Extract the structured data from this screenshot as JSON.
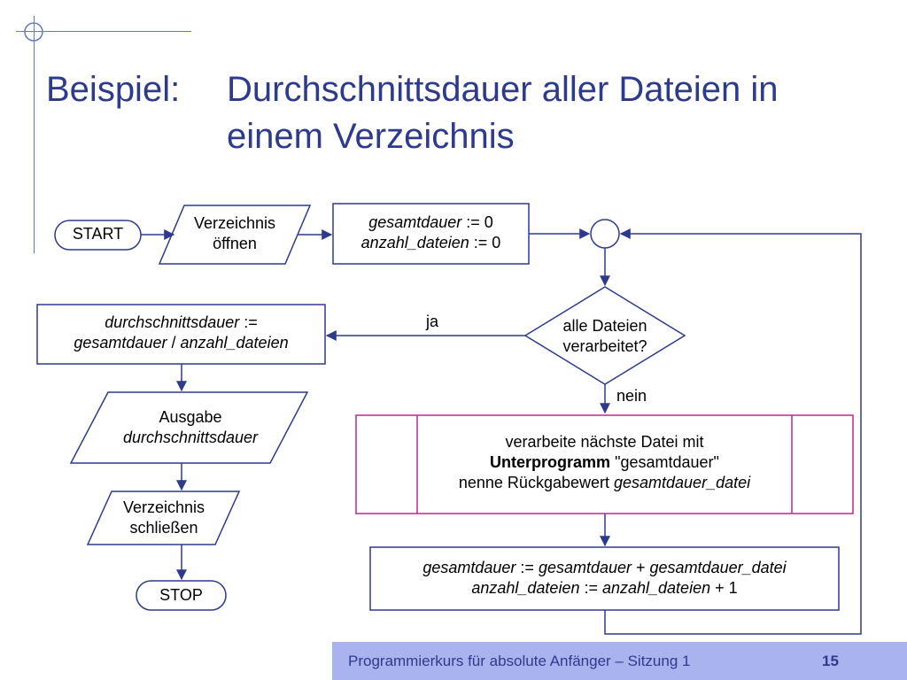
{
  "slide": {
    "title_prefix": "Beispiel:",
    "title_line1": "Durchschnittsdauer aller Dateien in",
    "title_line2": "einem Verzeichnis"
  },
  "nodes": {
    "start": "START",
    "open_dir_1": "Verzeichnis",
    "open_dir_2": "öffnen",
    "init_var1": "gesamtdauer",
    "init_val1": " := 0",
    "init_var2": "anzahl_dateien",
    "init_val2": " := 0",
    "decision_1": "alle Dateien",
    "decision_2": "verarbeitet?",
    "yes_label": "ja",
    "no_label": "nein",
    "calc_var": "durchschnittsdauer",
    "calc_assign": " :=",
    "calc_op1": "gesamtdauer",
    "calc_div": " / ",
    "calc_op2": "anzahl_dateien",
    "output_1": "Ausgabe",
    "output_2": "durchschnittsdauer",
    "close_dir_1": "Verzeichnis",
    "close_dir_2": "schließen",
    "stop": "STOP",
    "sub_line1": "verarbeite nächste Datei mit",
    "sub_bold": "Unterprogramm",
    "sub_name": " \"gesamtdauer\"",
    "sub_line3_text": "nenne Rückgabewert ",
    "sub_line3_var": "gesamtdauer_datei",
    "upd_a1": "gesamtdauer",
    "upd_a2": " := ",
    "upd_a3": "gesamtdauer",
    "upd_a4": " + ",
    "upd_a5": "gesamtdauer_datei",
    "upd_b1": "anzahl_dateien",
    "upd_b2": " := ",
    "upd_b3": "anzahl_dateien",
    "upd_b4": " + ",
    "upd_b5": "1"
  },
  "footer": {
    "text": "Programmierkurs für absolute Anfänger – Sitzung 1",
    "page": "15"
  },
  "colors": {
    "title": "#2e3a8c",
    "lines": "#2e3a8c",
    "subprogram_border": "#c0258f",
    "footer_bg": "#a9b4ef"
  }
}
